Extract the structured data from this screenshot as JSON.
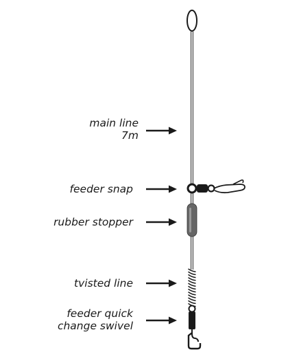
{
  "labels": {
    "main_line": [
      "main line",
      "7m"
    ],
    "feeder_snap": "feeder snap",
    "rubber_stopper": "rubber stopper",
    "twisted_line": "tvisted line",
    "quick_change_swivel": [
      "feeder quick",
      "change swivel"
    ]
  },
  "colors": {
    "ink": "#1a1a1a",
    "stopper": "#666666",
    "stopper_highlight": "#9a9a9a",
    "background": "#ffffff"
  }
}
